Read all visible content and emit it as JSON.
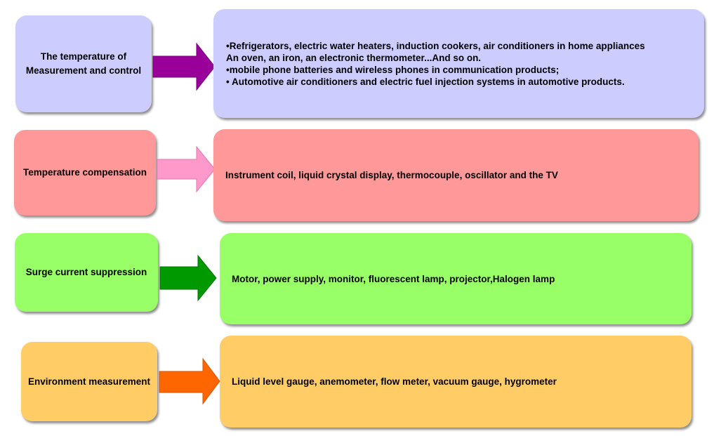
{
  "rows": [
    {
      "category": "The temperature of Measurement and control",
      "category_lines": [
        "The temperature of",
        "Measurement and control"
      ],
      "applications": [
        "•Refrigerators, electric water heaters, induction cookers, air conditioners in home appliances",
        "An oven, an iron, an electronic thermometer...And so on.",
        "•mobile phone batteries and wireless phones in communication products;",
        "• Automotive air conditioners and electric fuel injection systems in automotive products."
      ],
      "box_color": "#ccccff",
      "arrow_color": "#990099"
    },
    {
      "category": "Temperature compensation",
      "category_lines": [
        "Temperature compensation"
      ],
      "applications": [
        "Instrument coil, liquid crystal display, thermocouple, oscillator and the TV"
      ],
      "box_color": "#ff9999",
      "arrow_color": "#ff99cc"
    },
    {
      "category": "Surge current suppression",
      "category_lines": [
        "Surge current suppression"
      ],
      "applications": [
        "Motor, power supply, monitor, fluorescent lamp, projector,Halogen lamp"
      ],
      "box_color": "#99ff66",
      "arrow_color": "#009900"
    },
    {
      "category": "Environment measurement",
      "category_lines": [
        "Environment measurement"
      ],
      "applications": [
        "Liquid level gauge, anemometer, flow meter, vacuum gauge, hygrometer"
      ],
      "box_color": "#ffcc66",
      "arrow_color": "#ff6600"
    }
  ]
}
